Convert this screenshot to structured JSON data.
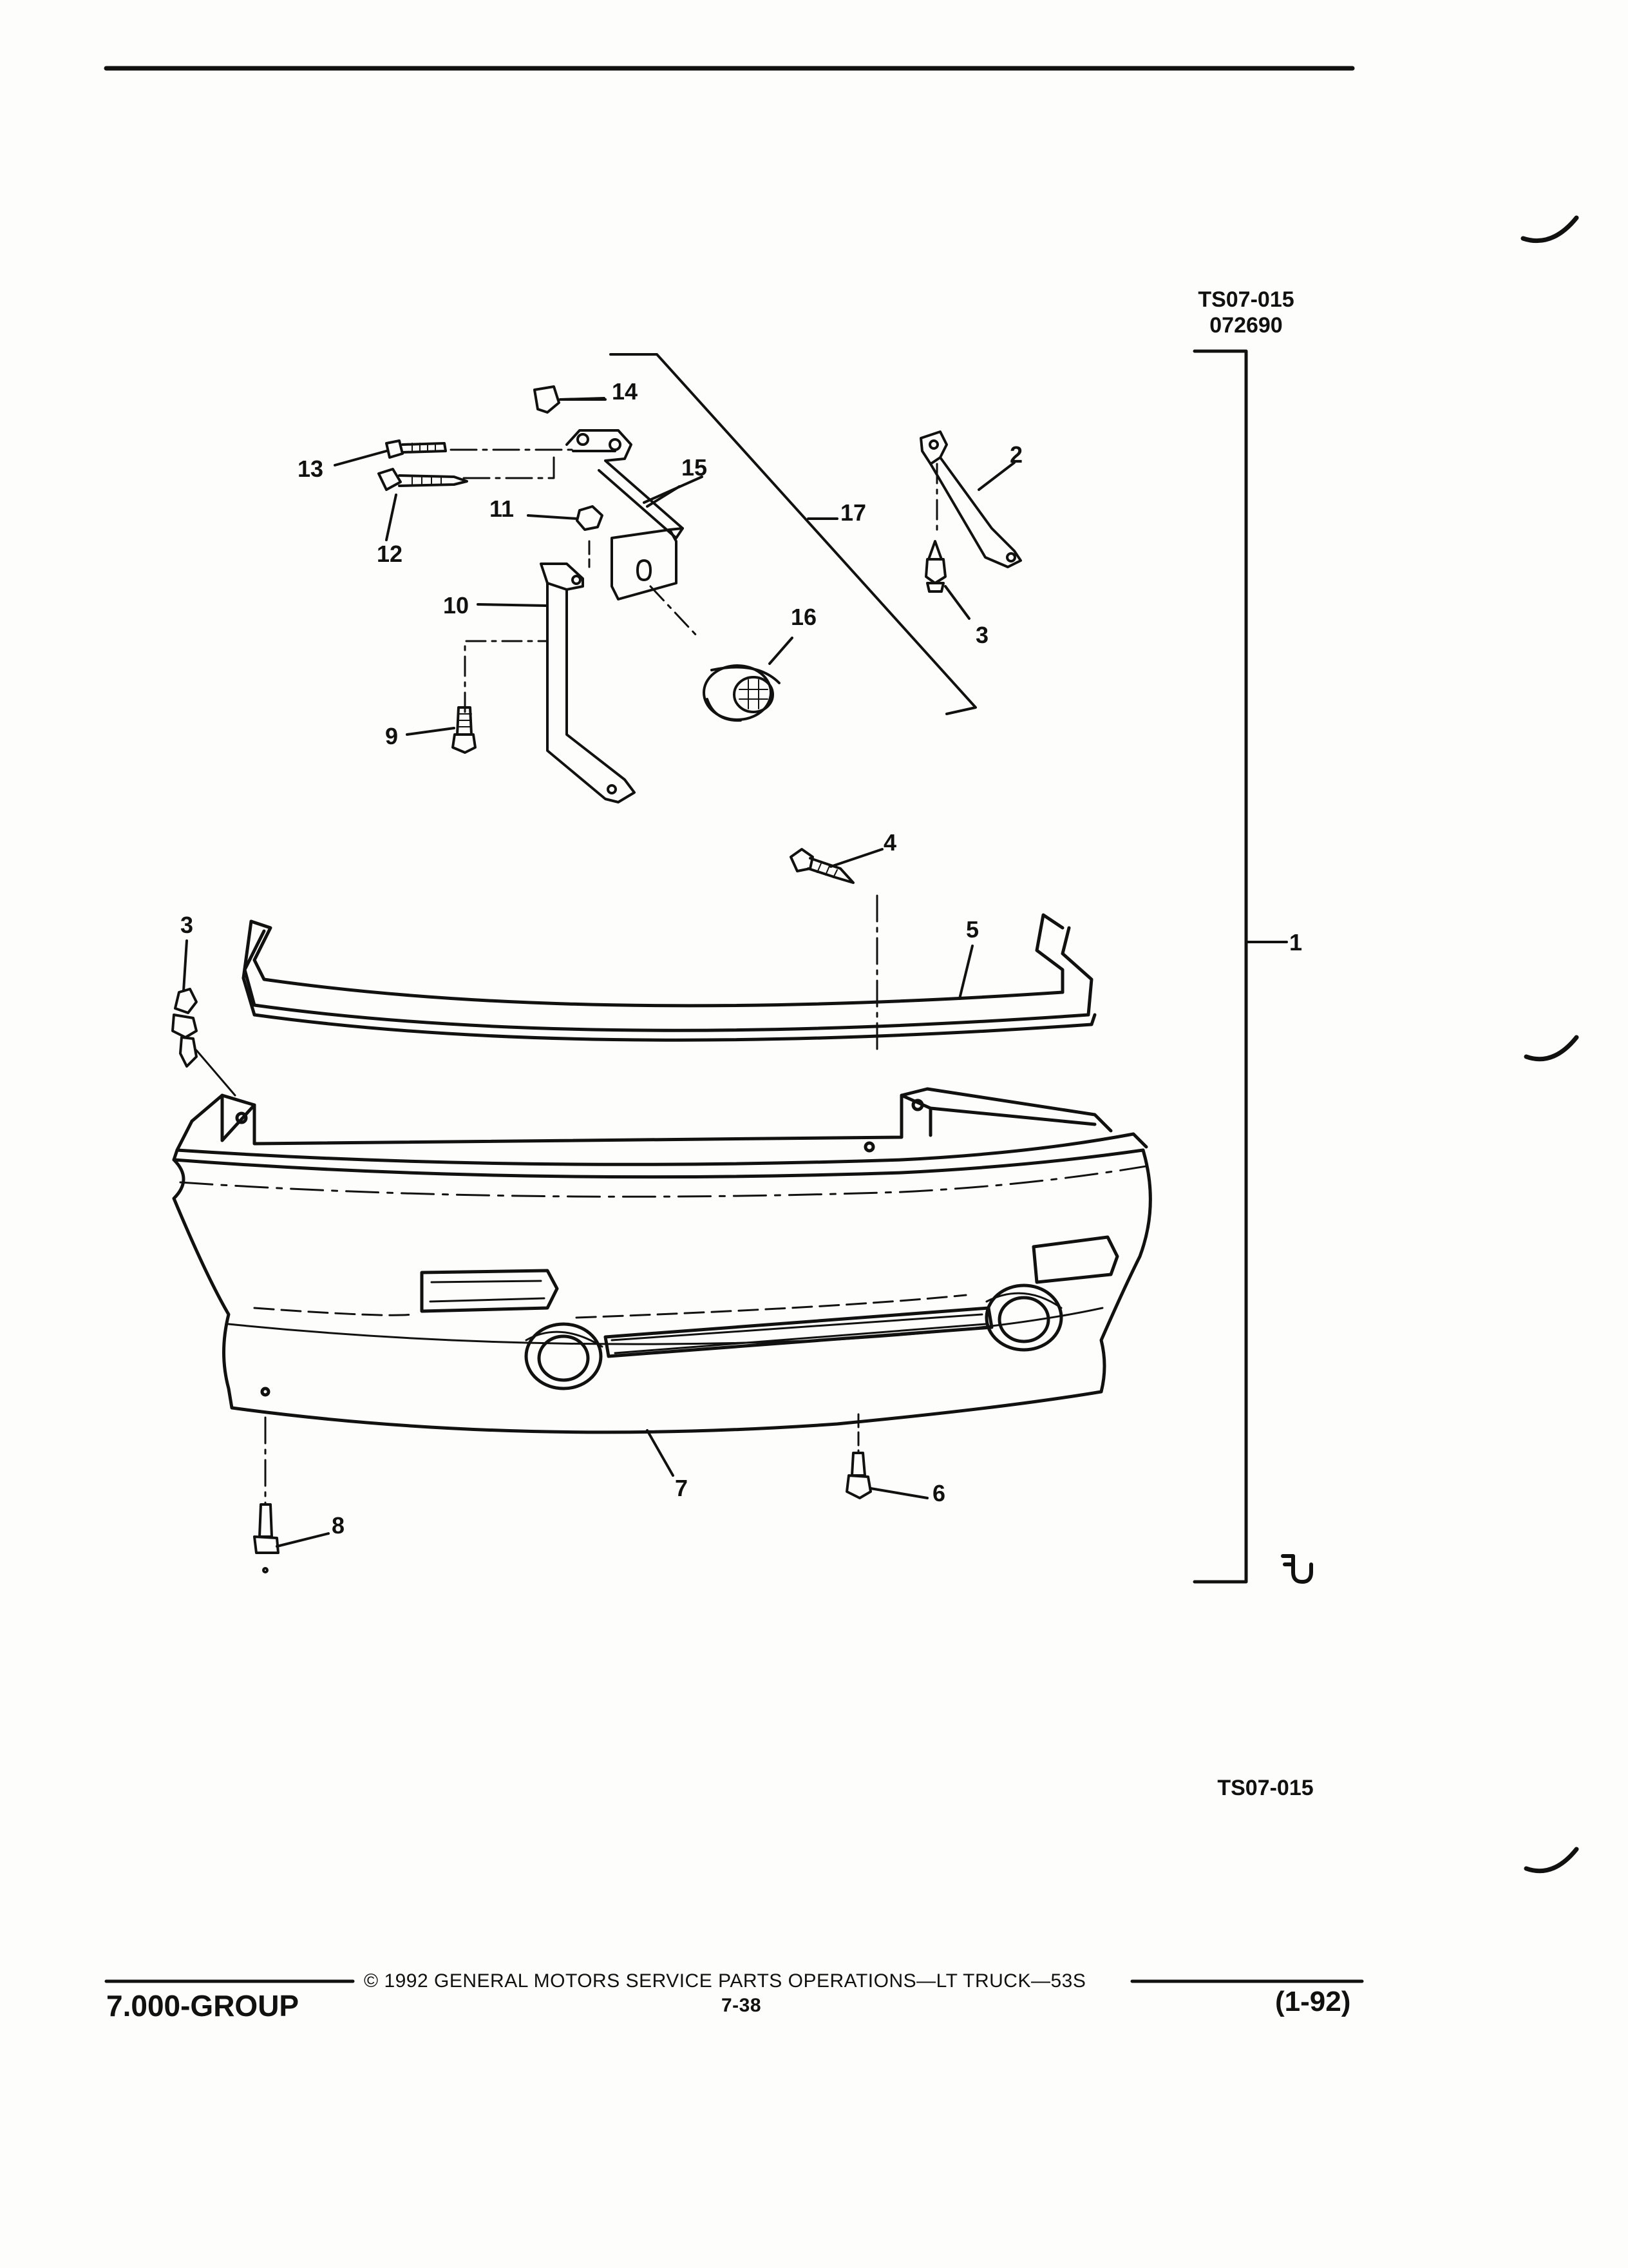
{
  "header": {
    "figure_id": "TS07-015",
    "figure_date": "072690"
  },
  "figure_caption": "TS07-015",
  "part_numbers": [
    "1",
    "2",
    "3",
    "3",
    "4",
    "5",
    "6",
    "7",
    "8",
    "9",
    "10",
    "11",
    "12",
    "13",
    "14",
    "15",
    "16",
    "17"
  ],
  "footer": {
    "copyright": "© 1992 GENERAL MOTORS SERVICE PARTS OPERATIONS—LT TRUCK—53S",
    "page": "7-38",
    "group": "7.000-GROUP",
    "revision": "(1-92)"
  },
  "colors": {
    "ink": "#111111",
    "paper": "#fdfdfb"
  }
}
